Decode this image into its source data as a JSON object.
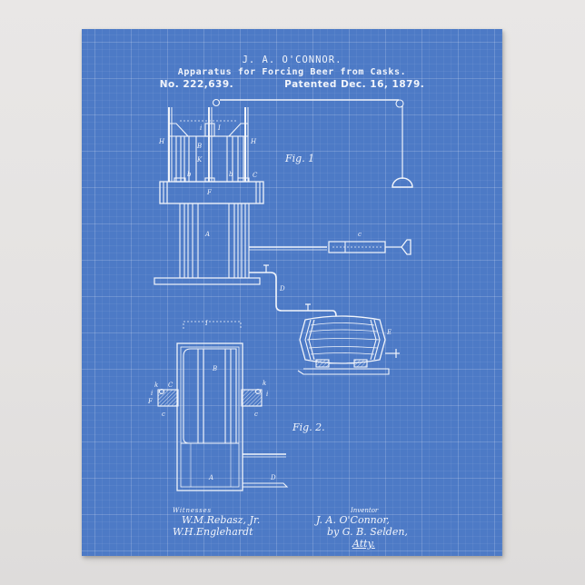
{
  "poster": {
    "background_color": "#4d7ac6",
    "line_color": "#f2f5fb",
    "wall_color": "#e6e4e3"
  },
  "header": {
    "inventor_name": "J. A. O'CONNOR.",
    "title": "Apparatus for Forcing Beer from Casks.",
    "patent_number": "No. 222,639.",
    "patent_date": "Patented Dec. 16, 1879."
  },
  "figures": {
    "fig1_label": "Fig. 1",
    "fig2_label": "Fig. 2.",
    "fig1_parts": {
      "H_left": "H",
      "H_right": "H",
      "B": "B",
      "K": "K",
      "I_1": "I",
      "I_2": "I",
      "i_1": "i",
      "i_2": "i",
      "b_1": "b",
      "b_2": "b",
      "C": "C",
      "F": "F",
      "A": "A",
      "D": "D",
      "c_pump": "c",
      "E": "E"
    },
    "fig2_parts": {
      "I": "I",
      "B": "B",
      "A": "A",
      "D": "D",
      "k_left": "k",
      "C": "C",
      "i_left": "i",
      "F": "F",
      "c_left": "c",
      "k_right": "k",
      "i_right": "i",
      "c_right": "c"
    }
  },
  "witnesses": {
    "caption": "Witnesses",
    "signature_1": "W.M.Rebasz, Jr.",
    "signature_2": "W.H.Englehardt"
  },
  "inventor": {
    "caption": "Inventor",
    "line_1": "J. A. O'Connor,",
    "line_2": "by G. B. Selden,",
    "line_3": "Atty."
  }
}
